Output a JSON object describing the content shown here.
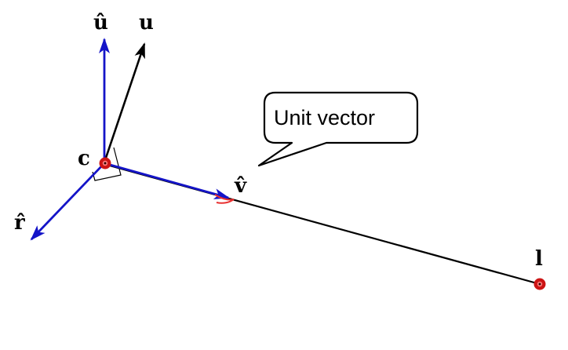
{
  "labels": {
    "u_hat": "û",
    "u": "u",
    "c": "c",
    "v_hat": "v̂",
    "r_hat": "r̂",
    "l": "l"
  },
  "callout": {
    "text": "Unit vector"
  },
  "colors": {
    "unit_vector": "#1414c8",
    "vector": "#000000",
    "point_outer": "#cc1414",
    "point_inner": "#e83030",
    "background": "#ffffff"
  }
}
